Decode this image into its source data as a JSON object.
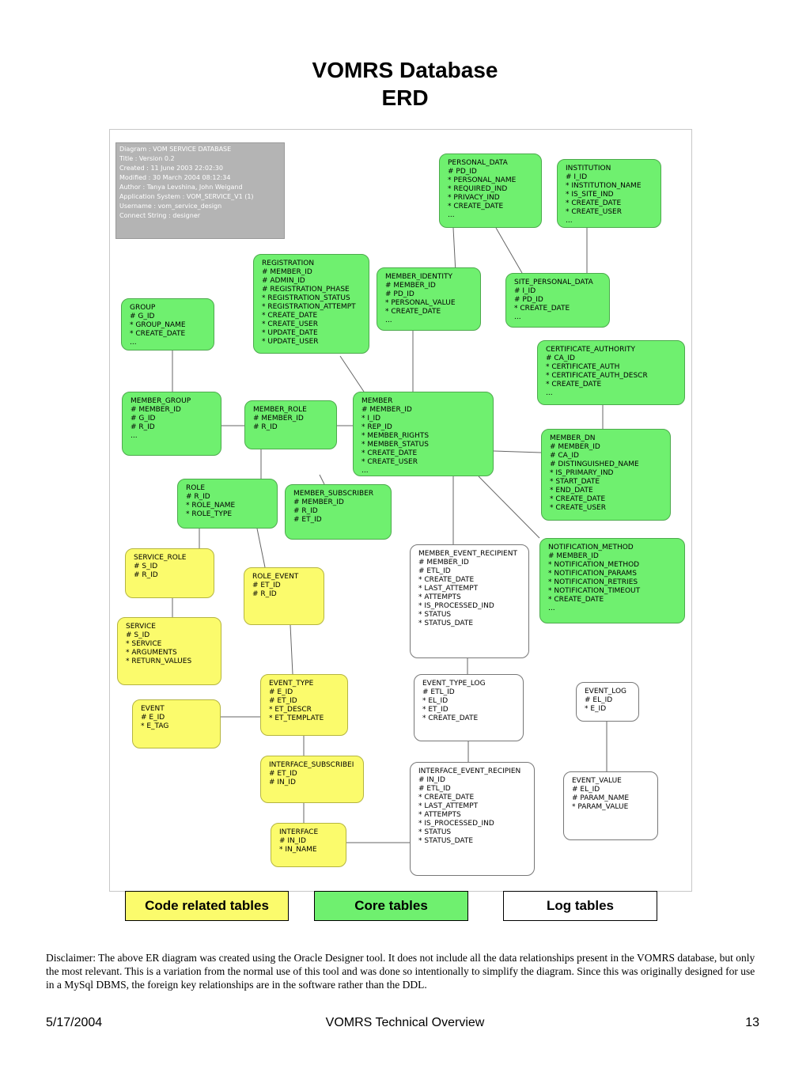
{
  "title": {
    "line1": "VOMRS Database",
    "line2": "ERD"
  },
  "diagram_meta": [
    "Diagram : VOM SERVICE DATABASE",
    "Title : Version 0.2",
    "Created : 11 June      2003 22:02:30",
    "Modified : 30 March     2004 08:12:34",
    "Author : Tanya Levshina, John Weigand",
    "Application System : VOM_SERVICE_V1 (1)",
    "Username : vom_service_design",
    "Connect String : designer"
  ],
  "entities": {
    "personal_data": {
      "name": "PERSONAL_DATA",
      "rows": [
        "# PD_ID",
        "* PERSONAL_NAME",
        "* REQUIRED_IND",
        "* PRIVACY_IND",
        "* CREATE_DATE",
        "..."
      ]
    },
    "institution": {
      "name": "INSTITUTION",
      "rows": [
        "# I_ID",
        "* INSTITUTION_NAME",
        "* IS_SITE_IND",
        "* CREATE_DATE",
        "* CREATE_USER",
        "..."
      ]
    },
    "registration": {
      "name": "REGISTRATION",
      "rows": [
        "# MEMBER_ID",
        "# ADMIN_ID",
        "# REGISTRATION_PHASE",
        "* REGISTRATION_STATUS",
        "* REGISTRATION_ATTEMPT",
        "* CREATE_DATE",
        "* CREATE_USER",
        "* UPDATE_DATE",
        "* UPDATE_USER"
      ]
    },
    "member_identity": {
      "name": "MEMBER_IDENTITY",
      "rows": [
        "# MEMBER_ID",
        "# PD_ID",
        "* PERSONAL_VALUE",
        "* CREATE_DATE",
        "..."
      ]
    },
    "site_personal_data": {
      "name": "SITE_PERSONAL_DATA",
      "rows": [
        "# I_ID",
        "# PD_ID",
        "* CREATE_DATE",
        "..."
      ]
    },
    "group": {
      "name": "GROUP",
      "rows": [
        "# G_ID",
        "* GROUP_NAME",
        "* CREATE_DATE",
        "..."
      ]
    },
    "certificate_authority": {
      "name": "CERTIFICATE_AUTHORITY",
      "rows": [
        "# CA_ID",
        "* CERTIFICATE_AUTH",
        "* CERTIFICATE_AUTH_DESCR",
        "* CREATE_DATE",
        "..."
      ]
    },
    "member_group": {
      "name": "MEMBER_GROUP",
      "rows": [
        "# MEMBER_ID",
        "# G_ID",
        "# R_ID",
        "..."
      ]
    },
    "member_role": {
      "name": "MEMBER_ROLE",
      "rows": [
        "# MEMBER_ID",
        "# R_ID"
      ]
    },
    "member": {
      "name": "MEMBER",
      "rows": [
        "# MEMBER_ID",
        "* I_ID",
        "* REP_ID",
        "* MEMBER_RIGHTS",
        "* MEMBER_STATUS",
        "* CREATE_DATE",
        "* CREATE_USER",
        "..."
      ]
    },
    "member_dn": {
      "name": "MEMBER_DN",
      "rows": [
        "# MEMBER_ID",
        "# CA_ID",
        "# DISTINGUISHED_NAME",
        "* IS_PRIMARY_IND",
        "* START_DATE",
        "* END_DATE",
        "* CREATE_DATE",
        "* CREATE_USER"
      ]
    },
    "role": {
      "name": "ROLE",
      "rows": [
        "# R_ID",
        "* ROLE_NAME",
        "* ROLE_TYPE"
      ]
    },
    "member_subscriber": {
      "name": "MEMBER_SUBSCRIBER",
      "rows": [
        "# MEMBER_ID",
        "# R_ID",
        "# ET_ID"
      ]
    },
    "service_role": {
      "name": "SERVICE_ROLE",
      "rows": [
        "# S_ID",
        "# R_ID"
      ]
    },
    "role_event": {
      "name": "ROLE_EVENT",
      "rows": [
        "# ET_ID",
        "# R_ID"
      ]
    },
    "member_event_recipient": {
      "name": "MEMBER_EVENT_RECIPIENT",
      "rows": [
        "# MEMBER_ID",
        "# ETL_ID",
        "* CREATE_DATE",
        "* LAST_ATTEMPT",
        "* ATTEMPTS",
        "* IS_PROCESSED_IND",
        "* STATUS",
        "* STATUS_DATE"
      ]
    },
    "notification_method": {
      "name": "NOTIFICATION_METHOD",
      "rows": [
        "# MEMBER_ID",
        "* NOTIFICATION_METHOD",
        "* NOTIFICATION_PARAMS",
        "* NOTIFICATION_RETRIES",
        "* NOTIFICATION_TIMEOUT",
        "* CREATE_DATE",
        "..."
      ]
    },
    "service": {
      "name": "SERVICE",
      "rows": [
        "# S_ID",
        "* SERVICE",
        "* ARGUMENTS",
        "* RETURN_VALUES"
      ]
    },
    "event_type": {
      "name": "EVENT_TYPE",
      "rows": [
        "# E_ID",
        "# ET_ID",
        "* ET_DESCR",
        "* ET_TEMPLATE"
      ]
    },
    "event_type_log": {
      "name": "EVENT_TYPE_LOG",
      "rows": [
        "# ETL_ID",
        "* EL_ID",
        "* ET_ID",
        "* CREATE_DATE"
      ]
    },
    "event_log": {
      "name": "EVENT_LOG",
      "rows": [
        "# EL_ID",
        "* E_ID"
      ]
    },
    "event": {
      "name": "EVENT",
      "rows": [
        "# E_ID",
        "* E_TAG"
      ]
    },
    "interface_subscriber": {
      "name": "INTERFACE_SUBSCRIBEI",
      "rows": [
        "# ET_ID",
        "# IN_ID"
      ]
    },
    "interface_event_recipient": {
      "name": "INTERFACE_EVENT_RECIPIEN",
      "rows": [
        "# IN_ID",
        "# ETL_ID",
        "* CREATE_DATE",
        "* LAST_ATTEMPT",
        "* ATTEMPTS",
        "* IS_PROCESSED_IND",
        "* STATUS",
        "* STATUS_DATE"
      ]
    },
    "event_value": {
      "name": "EVENT_VALUE",
      "rows": [
        "# EL_ID",
        "# PARAM_NAME",
        "* PARAM_VALUE"
      ]
    },
    "interface": {
      "name": "INTERFACE",
      "rows": [
        "# IN_ID",
        "* IN_NAME"
      ]
    }
  },
  "legend": {
    "code": "Code related tables",
    "core": "Core tables",
    "log": "Log tables"
  },
  "colors": {
    "core": "#6ff06f",
    "code": "#fbfb6c",
    "log": "#ffffff"
  },
  "disclaimer": "Disclaimer: The above ER diagram was created using the Oracle Designer tool. It does not include all the data relationships present in the VOMRS database, but only the most relevant.  This is a variation from the normal use of this tool and was done so intentionally to simplify the diagram. Since this was originally designed for use in a MySql DBMS, the foreign key relationships are in the software rather than the DDL.",
  "footer": {
    "date": "5/17/2004",
    "center": "VOMRS Technical Overview",
    "page": "13"
  }
}
